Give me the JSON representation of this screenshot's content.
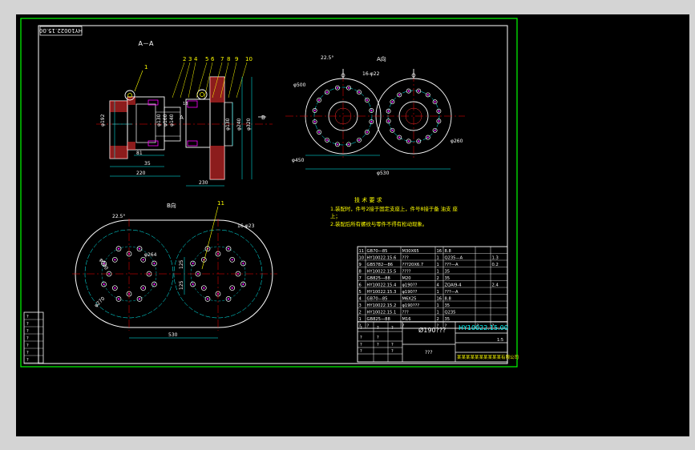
{
  "drawing_number_rotated": "HY10022.15.00",
  "section_label": "A－A",
  "view_a_label": "A向",
  "view_b_label": "B向",
  "balloons_section": [
    "2",
    "3",
    "4",
    "5",
    "6",
    "7",
    "8",
    "9",
    "10"
  ],
  "balloon_1": "1",
  "balloon_11": "11",
  "dims_section": {
    "d_left_outer": "φ192",
    "d_hub_1": "φ130",
    "d_hub_2": "φ160",
    "d_hub_3": "φ140",
    "d_right_1": "φ130",
    "d_right_2": "φ240",
    "d_right_3": "φ320",
    "len_1": "81",
    "len_2": "35",
    "len_3": "220",
    "len_4": "230",
    "len_small": "18"
  },
  "section_marker_a": "A",
  "section_marker_b": "B",
  "dims_view_a": {
    "angle": "22.5°",
    "holes": "16-φ22",
    "d_500": "φ500",
    "d_450": "φ450",
    "span": "φ530",
    "d_260": "φ260"
  },
  "dims_view_b": {
    "angle": "22.5°",
    "holes": "16-φ23",
    "d_500": "φ500",
    "d_264": "φ264",
    "d_270": "φ270",
    "h_125a": "125",
    "h_125b": "125",
    "span": "530"
  },
  "tech_req": {
    "title": "技 术 要 求",
    "line1": "1.装配时，件号2接于固定支座上，件号8接于备 油支 座",
    "line1b": "上；",
    "line2": "2.装配后所有螺纹与零件不得有松动现象。"
  },
  "bom_rows": [
    {
      "a": "11",
      "b": "GB70—85",
      "c": "M30X65",
      "d": "16",
      "e": "8.8",
      "f": "",
      "g": ""
    },
    {
      "a": "10",
      "b": "HY10022.15.6",
      "c": "???",
      "d": "1",
      "e": "Q235—A",
      "f": "",
      "g": "1.3"
    },
    {
      "a": "9",
      "b": "GB5782—86",
      "c": "???20X6.7",
      "d": "1",
      "e": "???—A",
      "f": "",
      "g": "0.2"
    },
    {
      "a": "8",
      "b": "HY10022.15.5",
      "c": "????",
      "d": "1",
      "e": "35",
      "f": "",
      "g": ""
    },
    {
      "a": "7",
      "b": "GB825—88",
      "c": "M20",
      "d": "2",
      "e": "35",
      "f": "",
      "g": ""
    },
    {
      "a": "6",
      "b": "HY10022.15.4",
      "c": "φ190??",
      "d": "4",
      "e": "ZQAl9-4",
      "f": "",
      "g": "2.4"
    },
    {
      "a": "5",
      "b": "HY10022.15.3",
      "c": "φ190??",
      "d": "1",
      "e": "???—A",
      "f": "",
      "g": ""
    },
    {
      "a": "4",
      "b": "GB70—85",
      "c": "M6X25",
      "d": "16",
      "e": "8.8",
      "f": "",
      "g": ""
    },
    {
      "a": "3",
      "b": "HY10022.15.2",
      "c": "φ190???",
      "d": "1",
      "e": "35",
      "f": "",
      "g": ""
    },
    {
      "a": "2",
      "b": "HY10022.15.1",
      "c": "???",
      "d": "1",
      "e": "Q235",
      "f": "",
      "g": ""
    },
    {
      "a": "1",
      "b": "GB825—88",
      "c": "M16",
      "d": "2",
      "e": "35",
      "f": "",
      "g": ""
    }
  ],
  "bom_header": {
    "a": "?",
    "b": "?",
    "c": "?",
    "d": "?",
    "e": "?",
    "f": "?",
    "g": "?"
  },
  "title_block": {
    "part_name": "Ø190???",
    "drawing_no": "HY10022.15.00",
    "scale": "1:5",
    "company": "某某某某某某某某某某有限公司",
    "sheet_label": "???",
    "small_cells": [
      "?",
      "?",
      "?",
      "?",
      "?",
      "?",
      "?",
      "?",
      "?",
      "?"
    ]
  },
  "left_strip_cells": [
    "?",
    "?",
    "?",
    "?",
    "?",
    "?",
    "?"
  ],
  "colors": {
    "background": "#000000",
    "frame": "#00ff00",
    "lines": "#ffffff",
    "text": "#ffffff",
    "dimensions": "#00ffff",
    "leaders": "#ffff00",
    "hatch": "#ff3333",
    "center": "#ff0000",
    "bolts": "#ff00ff",
    "sheet_bg": "#d4d4d4"
  }
}
